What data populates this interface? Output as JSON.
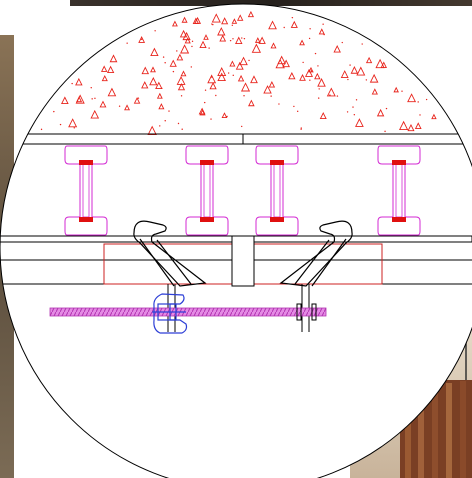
{
  "figure": {
    "type": "cad-section-detail",
    "circle_style": "white-fill-black-outline",
    "colors": {
      "outline": "#000000",
      "concrete_marks": "#e8241c",
      "beam_outline": "#d32ad3",
      "weld_marks": "#e01010",
      "clamp_box": "#cc2222",
      "threaded_rod": "#d65bd6",
      "nut_blue": "#2d3fd6",
      "photo_bg_top": "#2d2723",
      "photo_bg_left": "#6b5a45",
      "photo_bg_right": "#d9c8b2"
    },
    "components": [
      "concrete-slab",
      "steel-plate",
      "h-beam-1",
      "h-beam-2",
      "h-beam-3",
      "h-beam-4",
      "base-flange",
      "clamp-left",
      "clamp-right",
      "threaded-rod",
      "nut-blue"
    ]
  }
}
